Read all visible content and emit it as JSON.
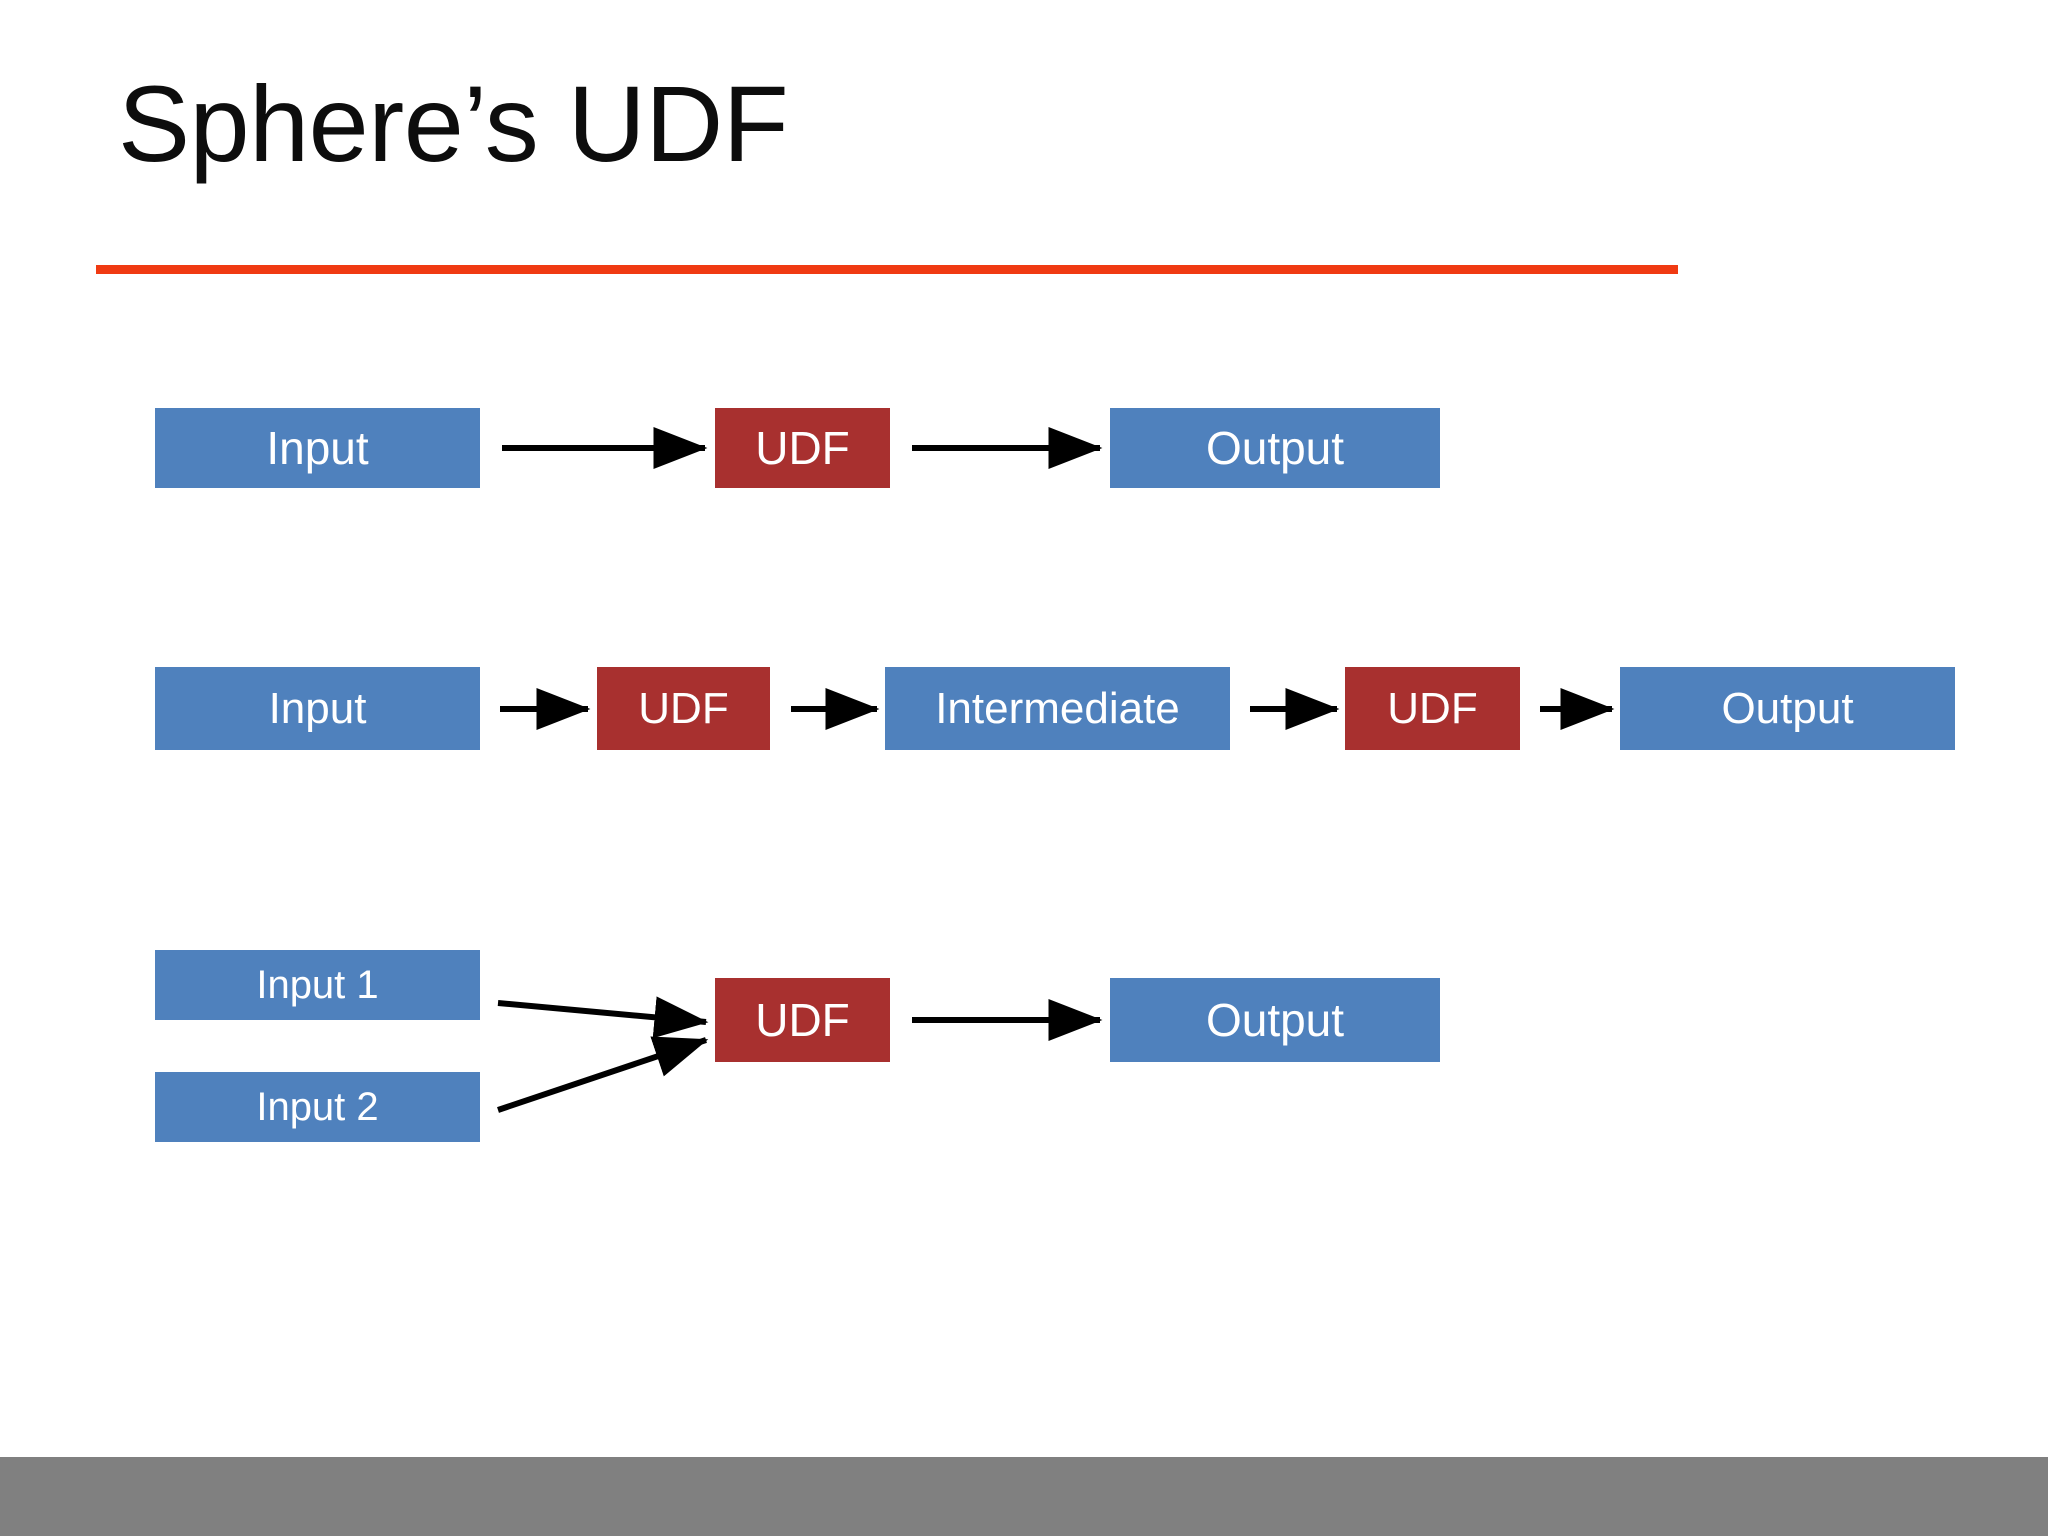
{
  "slide": {
    "title": "Sphere’s UDF",
    "accent_rule_color": "#f03a12",
    "footer_bar_color": "#808080",
    "background_color": "#ffffff"
  },
  "palette": {
    "blue": "#4f81bd",
    "red": "#a8302f",
    "arrow": "#000000",
    "node_text": "#ffffff",
    "title_text": "#0d0d0d"
  },
  "diagram": {
    "rows": [
      {
        "name": "single-udf-flow",
        "nodes": [
          {
            "label": "Input",
            "kind": "blue"
          },
          {
            "label": "UDF",
            "kind": "red"
          },
          {
            "label": "Output",
            "kind": "blue"
          }
        ]
      },
      {
        "name": "chained-udf-flow",
        "nodes": [
          {
            "label": "Input",
            "kind": "blue"
          },
          {
            "label": "UDF",
            "kind": "red"
          },
          {
            "label": "Intermediate",
            "kind": "blue"
          },
          {
            "label": "UDF",
            "kind": "red"
          },
          {
            "label": "Output",
            "kind": "blue"
          }
        ]
      },
      {
        "name": "multi-input-udf-flow",
        "nodes": [
          {
            "label": "Input 1",
            "kind": "blue"
          },
          {
            "label": "Input 2",
            "kind": "blue"
          },
          {
            "label": "UDF",
            "kind": "red"
          },
          {
            "label": "Output",
            "kind": "blue"
          }
        ]
      }
    ]
  }
}
